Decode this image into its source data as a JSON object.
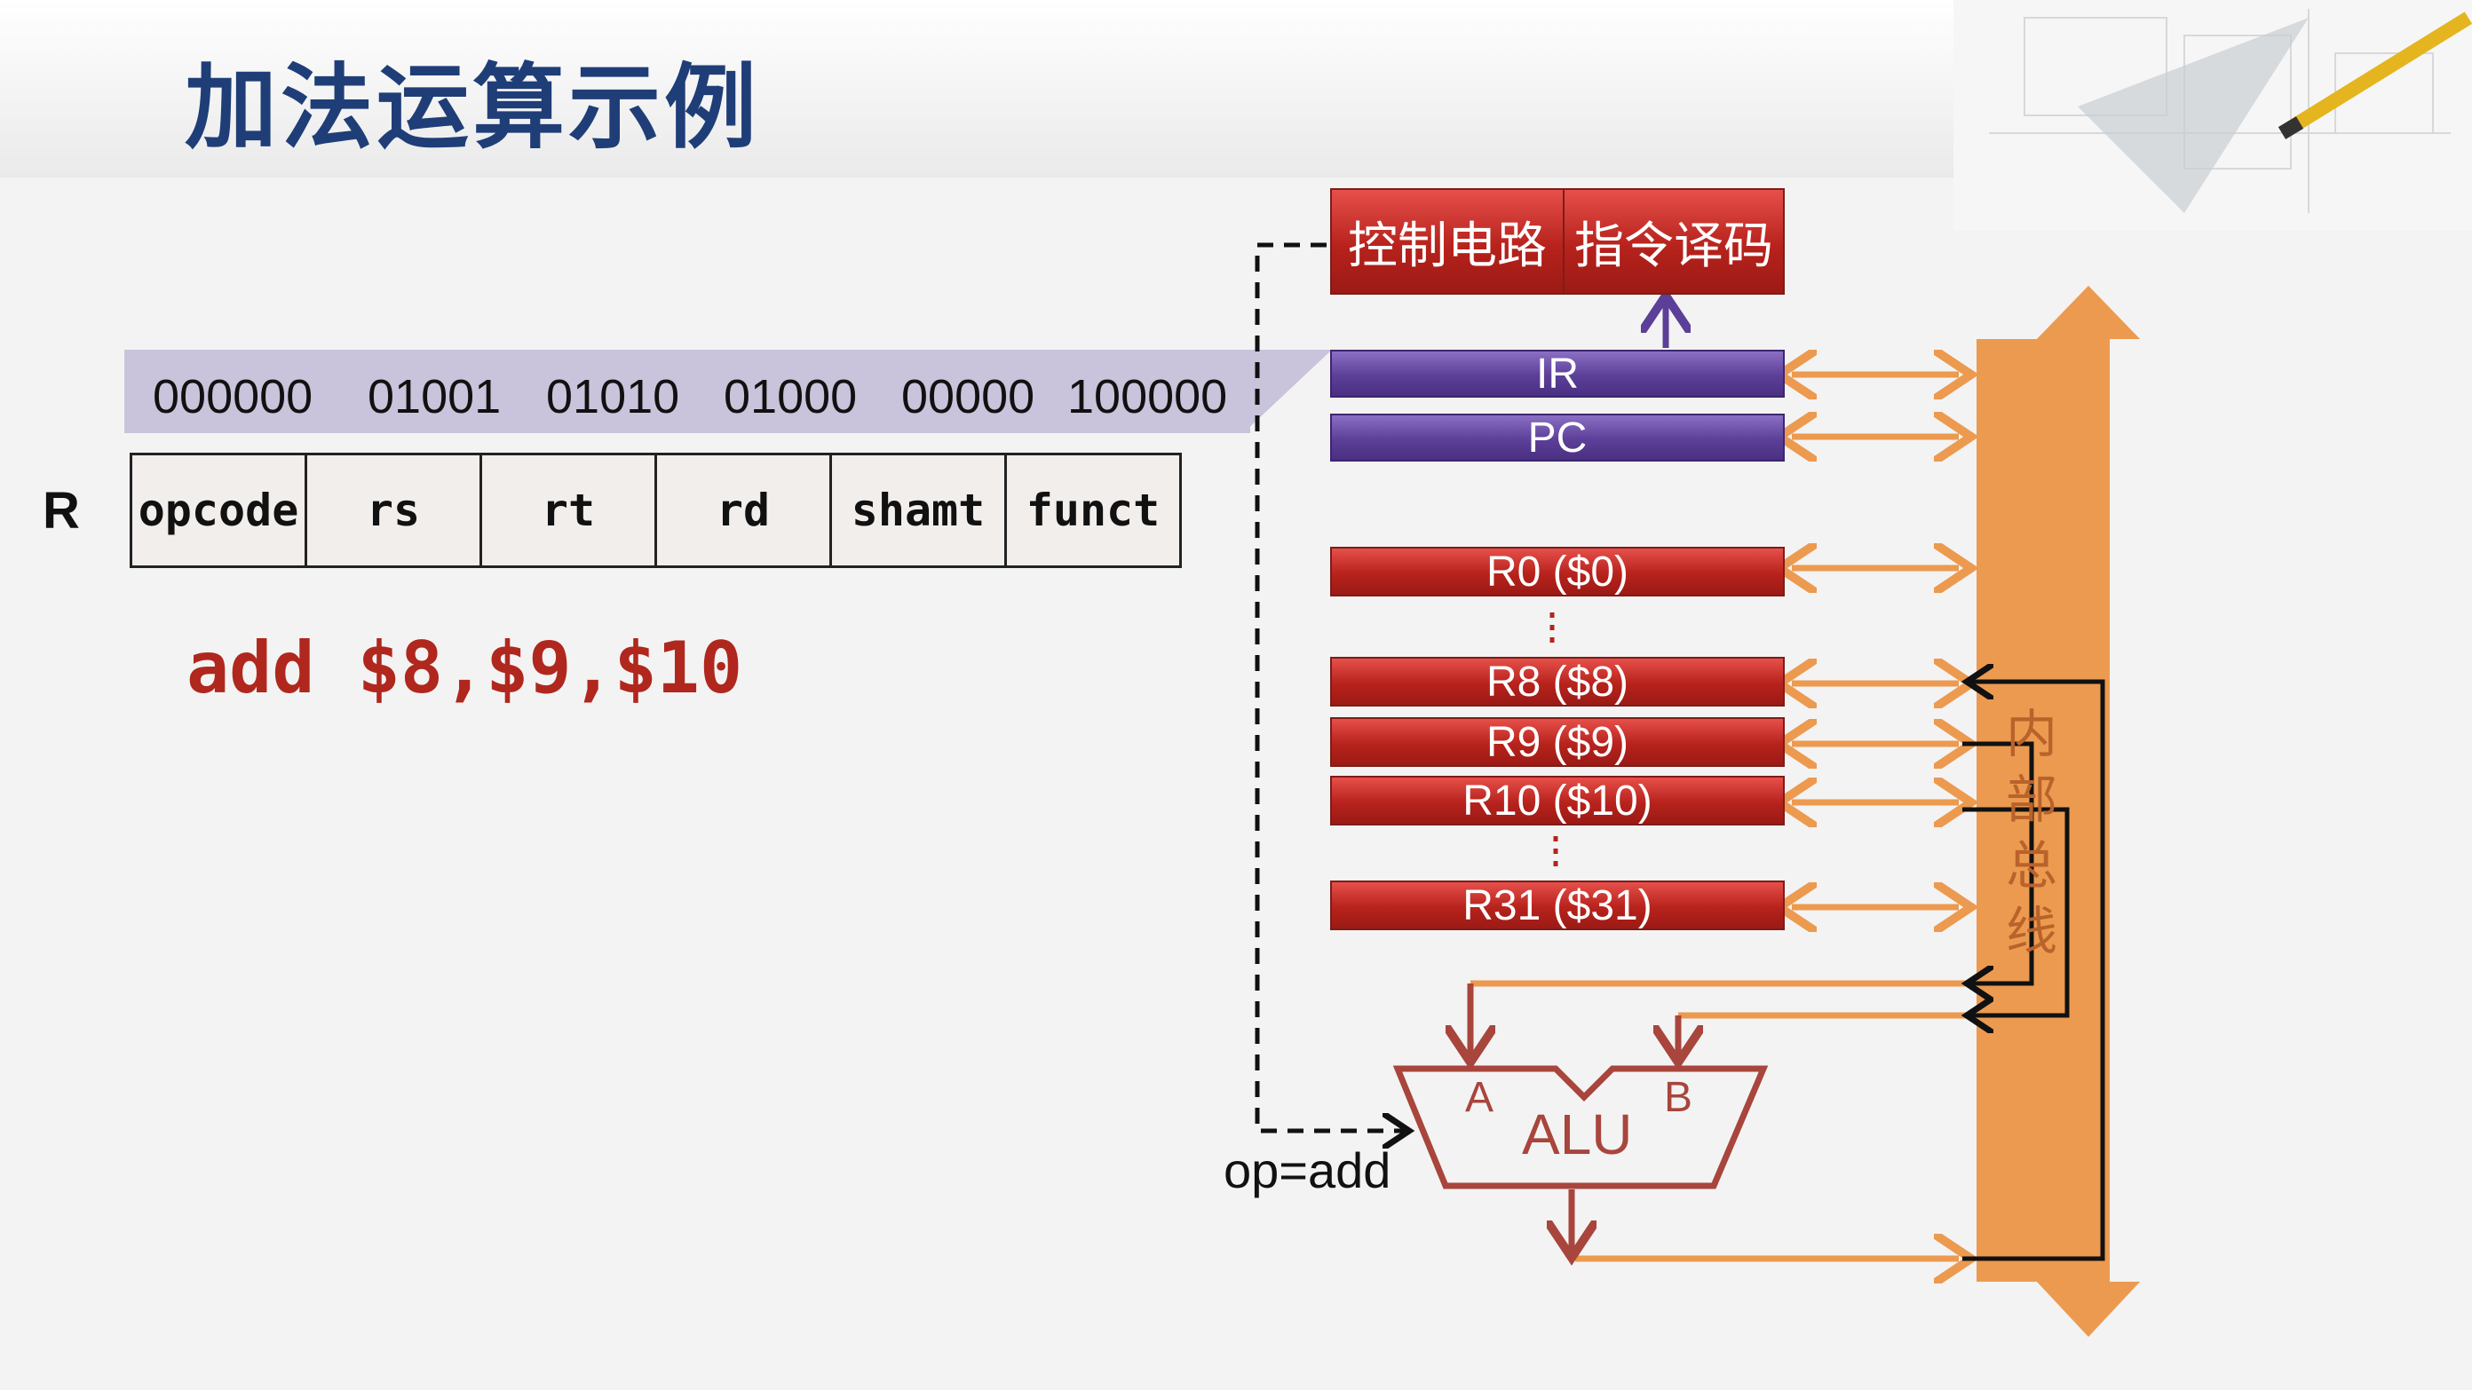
{
  "title": "加法运算示例",
  "binary_fields": [
    "000000",
    "01001",
    "01010",
    "01000",
    "00000",
    "100000"
  ],
  "format": {
    "row_label": "R",
    "fields": [
      "opcode",
      "rs",
      "rt",
      "rd",
      "shamt",
      "funct"
    ]
  },
  "instruction": "add $8,$9,$10",
  "control": {
    "left": "控制电路",
    "right": "指令译码"
  },
  "registers": {
    "ir": "IR",
    "pc": "PC",
    "r0": "R0 ($0)",
    "r8": "R8 ($8)",
    "r9": "R9 ($9)",
    "r10": "R10 ($10)",
    "r31": "R31 ($31)"
  },
  "bus_label": "内部总线",
  "alu": {
    "label": "ALU",
    "input_a": "A",
    "input_b": "B",
    "op": "op=add"
  },
  "colors": {
    "bus": "#ec9a4f",
    "register_red": "#b7221c",
    "register_purple": "#5c3f98",
    "alu": "#a8453c",
    "title": "#1f3e78"
  }
}
